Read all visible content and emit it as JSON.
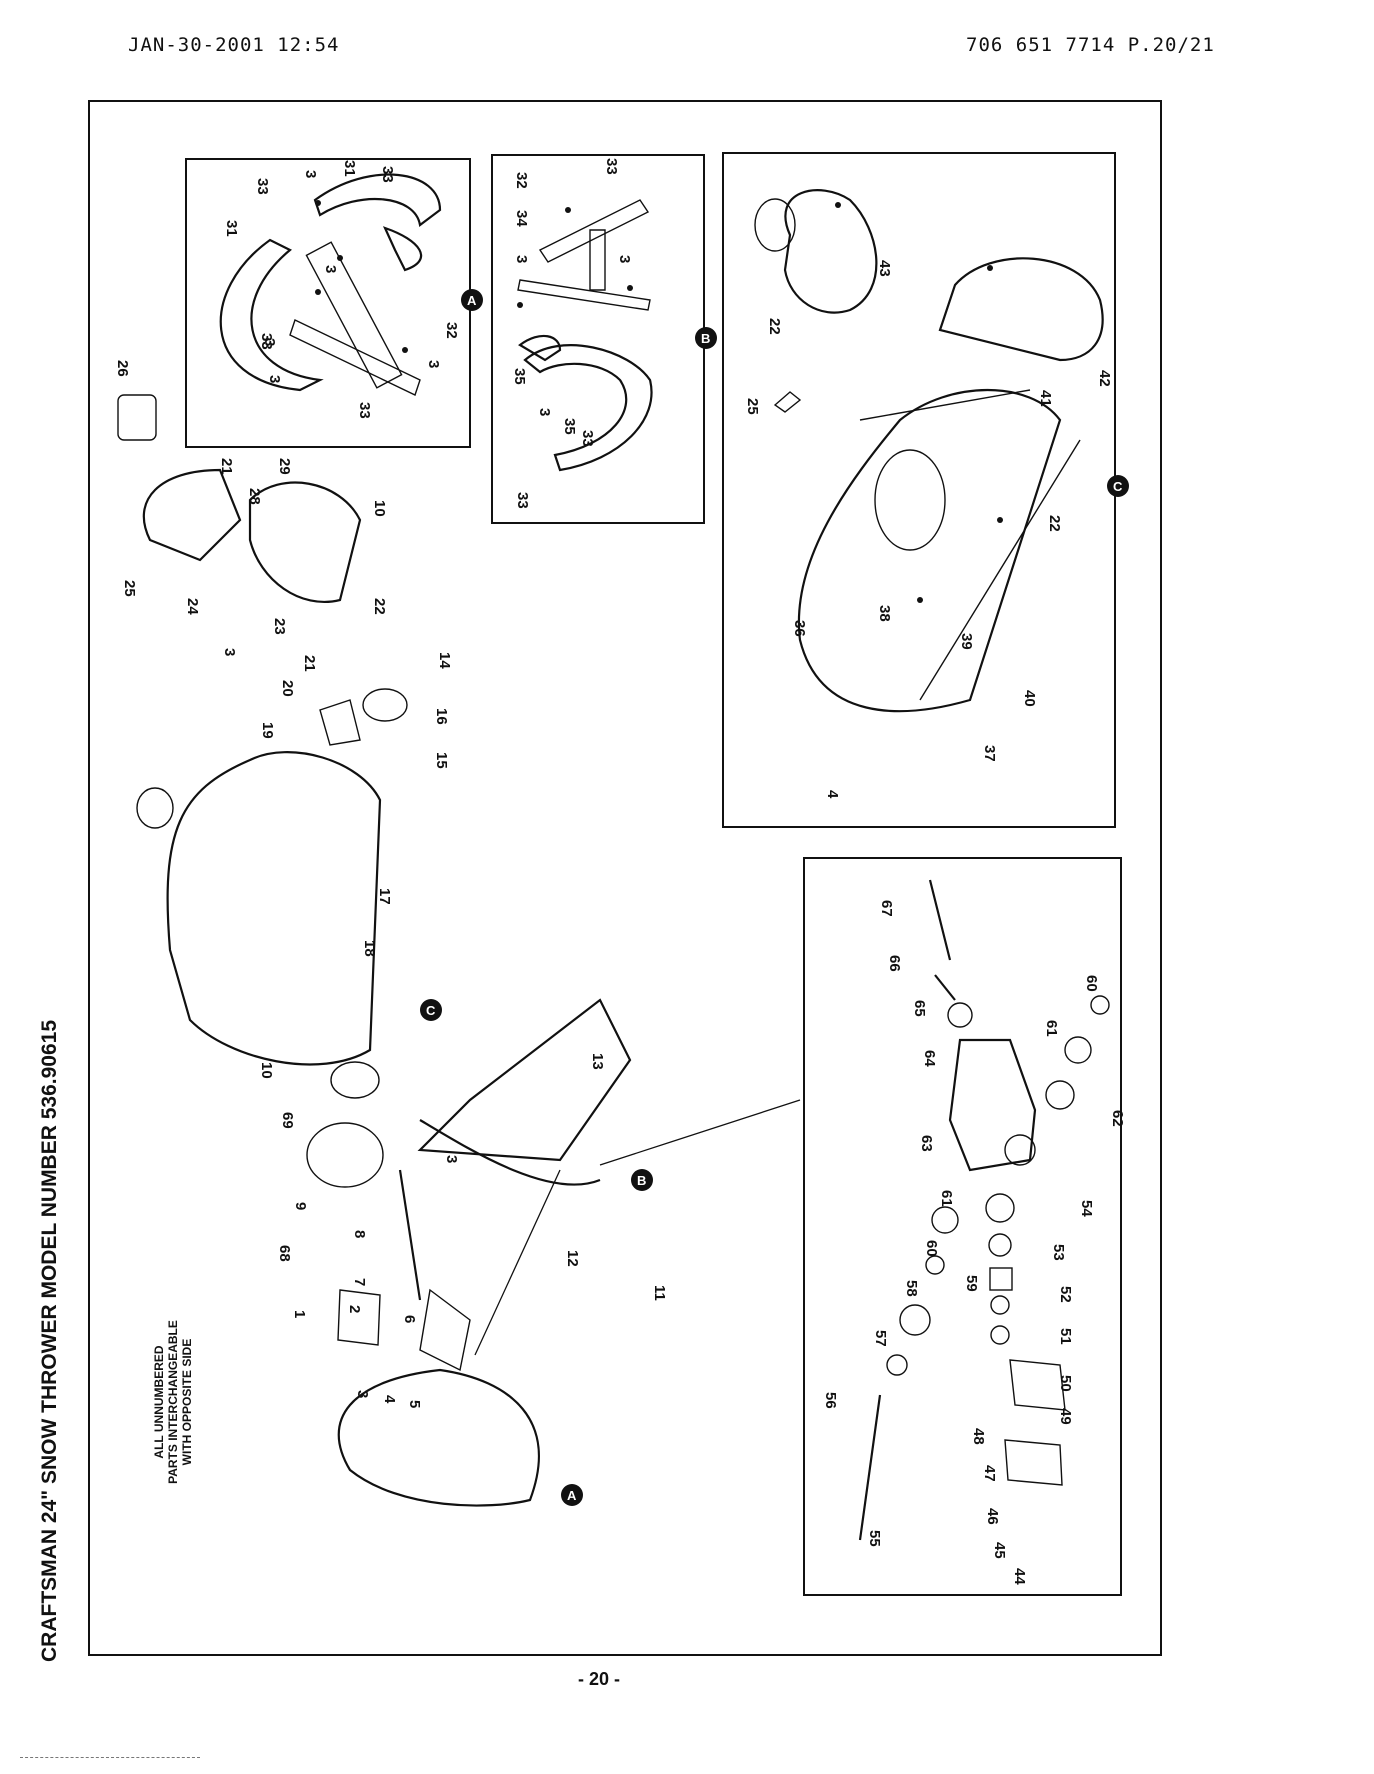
{
  "fax_header": {
    "left": "JAN-30-2001  12:54",
    "right": "706 651 7714     P.20/21"
  },
  "title": "CRAFTSMAN 24\" SNOW THROWER MODEL NUMBER 536.90615",
  "note_lines": [
    "ALL UNNUMBERED",
    "PARTS INTERCHANGEABLE",
    "WITH OPPOSITE SIDE"
  ],
  "page_number": "- 20 -",
  "callouts": [
    "A",
    "B",
    "C"
  ],
  "part_numbers": {
    "inset_a": [
      "33",
      "3",
      "31",
      "33",
      "31",
      "3",
      "32",
      "3",
      "33",
      "3",
      "33",
      "3"
    ],
    "inset_b": [
      "32",
      "34",
      "3",
      "33",
      "3",
      "35",
      "3",
      "35",
      "33",
      "33"
    ],
    "inset_c": [
      "22",
      "43",
      "42",
      "41",
      "25",
      "22",
      "36",
      "38",
      "39",
      "40",
      "37",
      "4"
    ],
    "inset_d": [
      "67",
      "66",
      "65",
      "64",
      "63",
      "60",
      "61",
      "62",
      "54",
      "53",
      "52",
      "51",
      "50",
      "49",
      "48",
      "47",
      "46",
      "45",
      "44",
      "61",
      "60",
      "58",
      "57",
      "59",
      "56",
      "55"
    ],
    "main": [
      "26",
      "21",
      "28",
      "29",
      "25",
      "24",
      "3",
      "23",
      "22",
      "10",
      "21",
      "20",
      "19",
      "14",
      "16",
      "15",
      "17",
      "18",
      "10",
      "69",
      "9",
      "68",
      "8",
      "7",
      "1",
      "2",
      "6",
      "3",
      "4",
      "5",
      "11",
      "12",
      "13",
      "3"
    ]
  }
}
